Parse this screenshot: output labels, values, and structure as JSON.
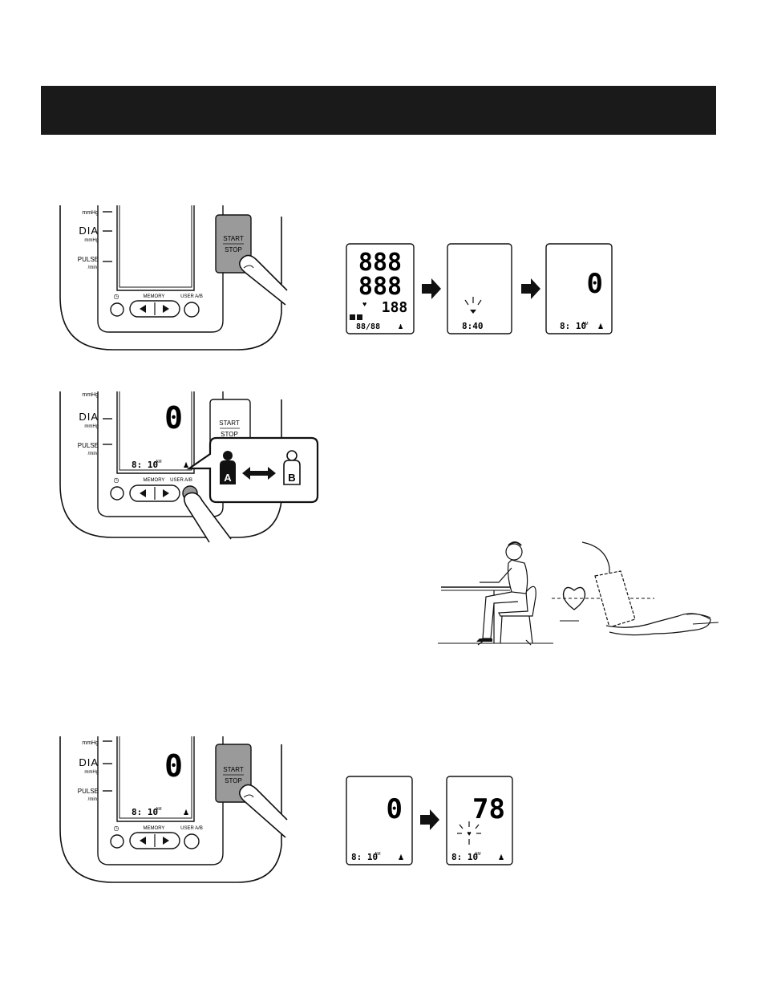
{
  "header": {
    "title": ""
  },
  "device": {
    "labels": {
      "unit_mmhg": "mmHg",
      "dia": "DIA",
      "pulse": "PULSE",
      "per_min": "/min",
      "memory": "MEMORY",
      "user_ab": "USER A/B",
      "start": "START",
      "stop": "STOP",
      "clock_icon": "clock-icon"
    },
    "display_value": "0",
    "time": "8: 10",
    "ampm": "AM"
  },
  "user_switch": {
    "user_a": "A",
    "user_b": "B"
  },
  "step1_screens": {
    "full": {
      "top_digits": "888",
      "mid_digits": "888",
      "pulse_digits": "188",
      "bottom": "88/88"
    },
    "flash": {
      "time": "8:40"
    },
    "ready": {
      "value": "0",
      "time": "8: 10",
      "ampm": "AM"
    }
  },
  "step3_screens": {
    "before": {
      "value": "0",
      "time": "8: 10",
      "ampm": "AM"
    },
    "after": {
      "value": "78",
      "time": "8: 10",
      "ampm": "AM"
    }
  },
  "colors": {
    "header": "#1a1a1a",
    "button_gray": "#9a9a9a",
    "line": "#111111"
  }
}
